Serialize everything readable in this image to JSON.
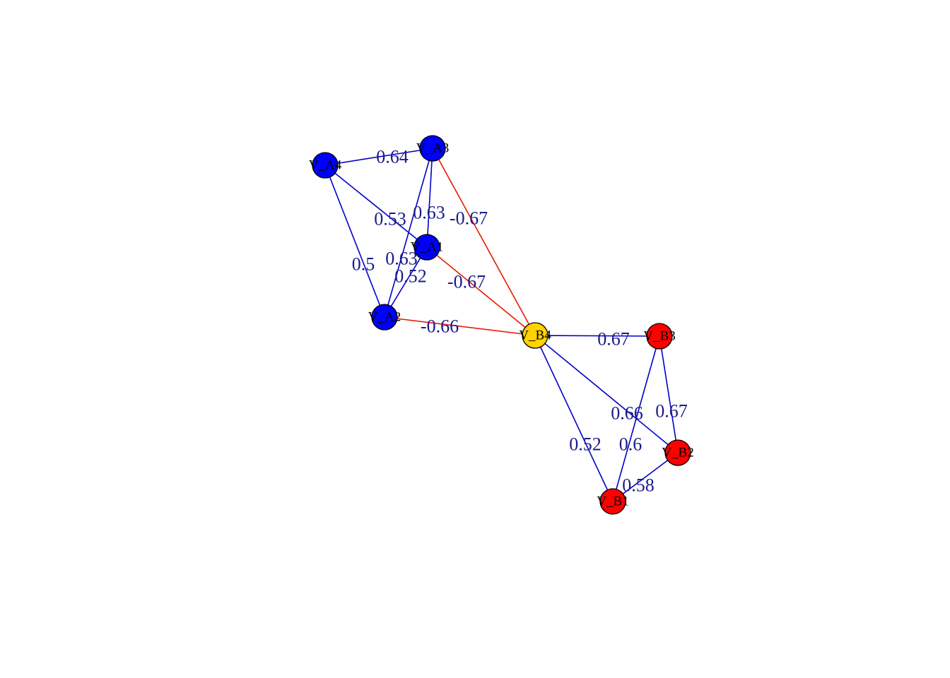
{
  "colors": {
    "group_a": "#0000ff",
    "group_b": "#ff0000",
    "bridge_node": "#ffd200",
    "positive_edge": "#0000cd",
    "negative_edge": "#e61a00",
    "edge_label": "#1a1a8c"
  },
  "nodes": [
    {
      "id": "V_A1",
      "label": "V_A1",
      "group": "group_a"
    },
    {
      "id": "V_A2",
      "label": "V_A2",
      "group": "group_a"
    },
    {
      "id": "V_A3",
      "label": "V_A3",
      "group": "group_a"
    },
    {
      "id": "V_A4",
      "label": "V_A4",
      "group": "group_a"
    },
    {
      "id": "V_B1",
      "label": "V_B1",
      "group": "group_b"
    },
    {
      "id": "V_B2",
      "label": "V_B2",
      "group": "group_b"
    },
    {
      "id": "V_B3",
      "label": "V_B3",
      "group": "group_b"
    },
    {
      "id": "V_B4",
      "label": "V_B4",
      "group": "bridge_node"
    }
  ],
  "edges": [
    {
      "source": "V_A4",
      "target": "V_A3",
      "weight": "0.64"
    },
    {
      "source": "V_A4",
      "target": "V_A1",
      "weight": "0.53"
    },
    {
      "source": "V_A4",
      "target": "V_A2",
      "weight": "0.5"
    },
    {
      "source": "V_A3",
      "target": "V_A1",
      "weight": "0.63"
    },
    {
      "source": "V_A3",
      "target": "V_A2",
      "weight": "0.63"
    },
    {
      "source": "V_A1",
      "target": "V_A2",
      "weight": "0.52"
    },
    {
      "source": "V_A3",
      "target": "V_B4",
      "weight": "-0.67"
    },
    {
      "source": "V_A1",
      "target": "V_B4",
      "weight": "-0.67"
    },
    {
      "source": "V_A2",
      "target": "V_B4",
      "weight": "-0.66"
    },
    {
      "source": "V_B4",
      "target": "V_B3",
      "weight": "0.67"
    },
    {
      "source": "V_B4",
      "target": "V_B2",
      "weight": "0.66"
    },
    {
      "source": "V_B4",
      "target": "V_B1",
      "weight": "0.67"
    },
    {
      "source": "V_B3",
      "target": "V_B2",
      "weight": "0.52"
    },
    {
      "source": "V_B3",
      "target": "V_B1",
      "weight": "0.6"
    },
    {
      "source": "V_B1",
      "target": "V_B2",
      "weight": "0.58"
    }
  ]
}
